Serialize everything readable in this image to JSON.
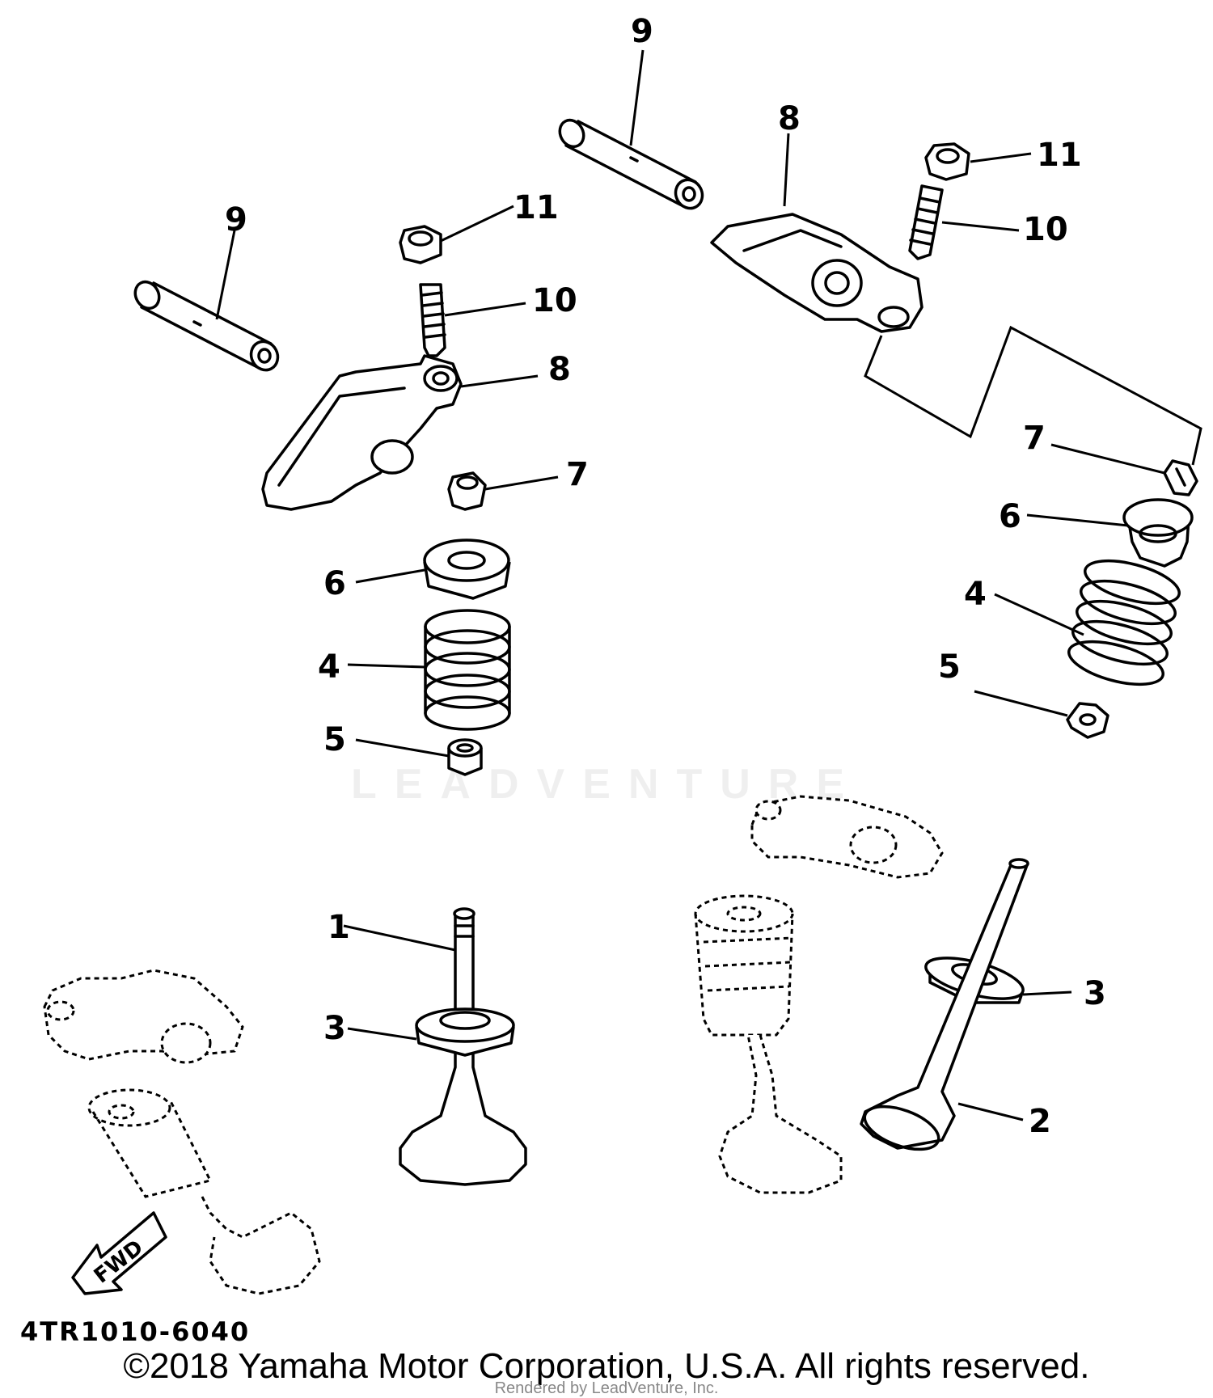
{
  "diagram": {
    "callouts": {
      "c1": "1",
      "c2": "2",
      "c3a": "3",
      "c3b": "3",
      "c4a": "4",
      "c4b": "4",
      "c5a": "5",
      "c5b": "5",
      "c6a": "6",
      "c6b": "6",
      "c7a": "7",
      "c7b": "7",
      "c8a": "8",
      "c8b": "8",
      "c9a": "9",
      "c9b": "9",
      "c10a": "10",
      "c10b": "10",
      "c11a": "11",
      "c11b": "11"
    },
    "fwd_label": "FWD",
    "diagram_code": "4TR1010-6040"
  },
  "footer": {
    "copyright": "©2018 Yamaha Motor Corporation, U.S.A. All rights reserved.",
    "rendered_by": "Rendered by LeadVenture, Inc."
  },
  "watermark": {
    "text": "LEADVENTURE"
  }
}
